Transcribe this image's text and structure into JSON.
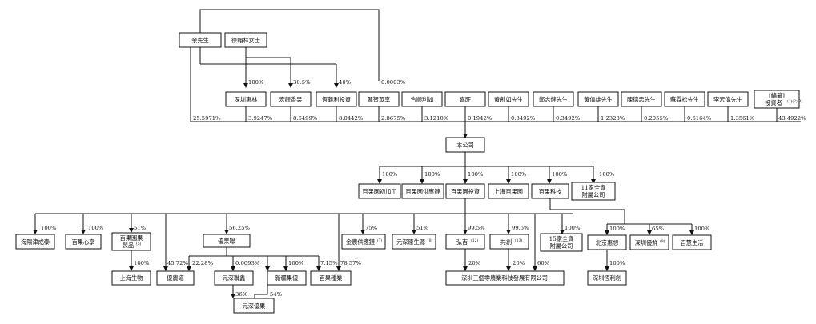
{
  "shareholders": {
    "yu": "余先生",
    "xu": "徐翺林女士",
    "shenzhen_huilin": "深圳惠林",
    "hongguan_guoguo": "宏觀香果",
    "hengyi_li": "恆義利投資",
    "lizhi_gongxiang": "麗智眾享",
    "hexin_liru": "合順利如",
    "jiawang": "嘉旺",
    "huang_chuangru": "黃創如先生",
    "zheng_zhijian": "鄭志健先生",
    "huang_weixiong": "黃偉雄先生",
    "chen_dezhong": "陳德忠先生",
    "su_linsong": "蘇霖松先生",
    "li_hongwei": "李宏偉先生",
    "pre_ipo_line1": "[編纂]",
    "pre_ipo_line2": "投資者",
    "pre_ipo_note": "(1)(2)(3)"
  },
  "company": "本公司",
  "tier1": {
    "processing": "百果園初加工",
    "supply_chain": "百果園供應鏈",
    "investment": "百果園投資",
    "shanghai": "上海百果園",
    "tech": "百果科技",
    "subs_line1": "11家全資",
    "subs_line2": "附屬公司"
  },
  "tier2": {
    "haiyang": "海陽津成泰",
    "baiguo_xin": "百果心享",
    "products_line1": "百果園果",
    "products_line2": "製品",
    "products_note": "(5)",
    "youguo_lian": "優果聯",
    "jinnong": "金農供應鏈",
    "jinnong_note": "(7)",
    "yuanshen": "元深原生源",
    "yuanshen_note": "(8)",
    "hongji": "弘吉",
    "hongji_note": "(12)",
    "gongchuang": "共創",
    "gongchuang_note": "(13)",
    "subs15_line1": "15家全資",
    "subs15_line2": "附屬公司",
    "beijing_huixiang": "北京惠想",
    "shenzhen_youxian": "深圳優鮮",
    "youxian_note": "(9)",
    "baihui": "百慧生活",
    "shanghai_bio": "上海生物",
    "youguo_dao": "優農道",
    "yuanshen_lianxin": "元深聯鑫",
    "xinjiang_guoyou": "新疆果優",
    "baiguo_zhongye": "百果種業",
    "yuanshen_youguo": "元深優果",
    "sange_ling": "深圳三個零農業科技發展有限公司",
    "shenzhen_hengli": "深圳恆利創"
  },
  "pct": {
    "top_100": "100%",
    "top_30_5": "30.5%",
    "top_40": "40%",
    "top_0_0003": "0.0003%",
    "s_25_5971": "25.5971%",
    "s_3_9247": "3.9247%",
    "s_8_6499": "8.6499%",
    "s_8_0442": "8.0442%",
    "s_2_8675": "2.8675%",
    "s_3_1210": "3.1210%",
    "s_0_1942": "0.1942%",
    "s_0_3492a": "0.3492%",
    "s_0_3492b": "0.3492%",
    "s_1_2328": "1.2328%",
    "s_0_2055": "0.2055%",
    "s_0_6164": "0.6164%",
    "s_1_3561": "1.3561%",
    "s_43_4922": "43.4922%",
    "t1_a": "100%",
    "t1_b": "100%",
    "t1_c": "100%",
    "t1_d": "100%",
    "t1_e": "100%",
    "t1_f": "100%",
    "t2_haiyang": "100%",
    "t2_xin": "100%",
    "t2_products": "51%",
    "t2_youguolian": "56.25%",
    "t2_jinnong": "75%",
    "t2_yuanshen": "51%",
    "t2_hongji": "99.5%",
    "t2_gongchuang": "99.5%",
    "t2_subs15": "100%",
    "t2_huixiang": "100%",
    "t2_youxian": "65%",
    "t2_baihui": "100%",
    "t3_shanghai_bio": "100%",
    "t3_youguo_dao": "45.72%",
    "t3_22_28": "22.28%",
    "t3_0_0093": "0.0093%",
    "t3_xinjiang": "100%",
    "t3_7_15": "7.15%",
    "t3_78_57": "78.57%",
    "t3_20a": "20%",
    "t3_20b": "20%",
    "t3_60": "60%",
    "t3_hengli": "100%",
    "t4_36": "36%",
    "t4_54": "54%"
  }
}
